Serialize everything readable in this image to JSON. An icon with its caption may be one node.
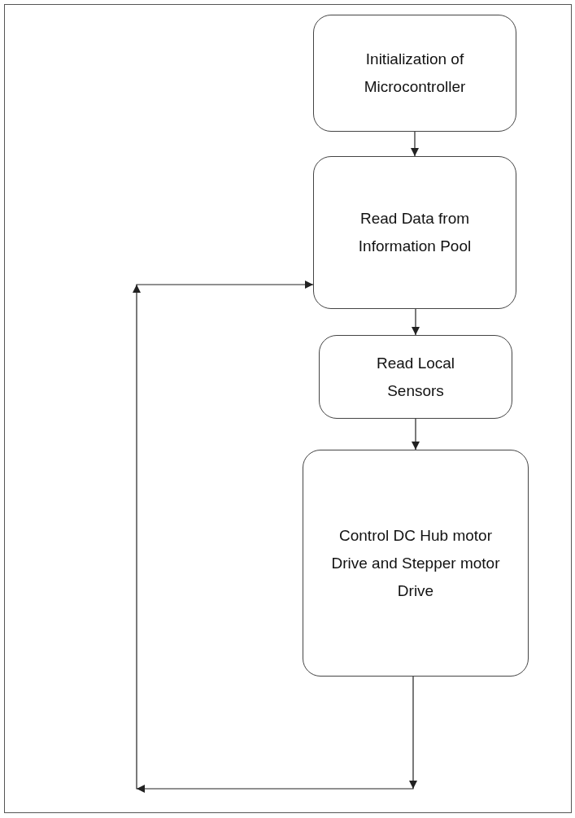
{
  "diagram": {
    "nodes": [
      {
        "text": [
          "Initialization of Microcontroller"
        ]
      },
      {
        "text": [
          "Read Data from Information Pool"
        ]
      },
      {
        "text": [
          "Read Local Sensors"
        ]
      },
      {
        "text": [
          "Control DC Hub motor Drive and Stepper motor Drive"
        ]
      }
    ],
    "edges": [
      {
        "from": 0,
        "to": 1,
        "arrow": "to"
      },
      {
        "from": 1,
        "to": 2,
        "arrow": "to"
      },
      {
        "from": 2,
        "to": 3,
        "arrow": "to"
      },
      {
        "from": 3,
        "to": 1,
        "arrow": "to"
      }
    ]
  }
}
